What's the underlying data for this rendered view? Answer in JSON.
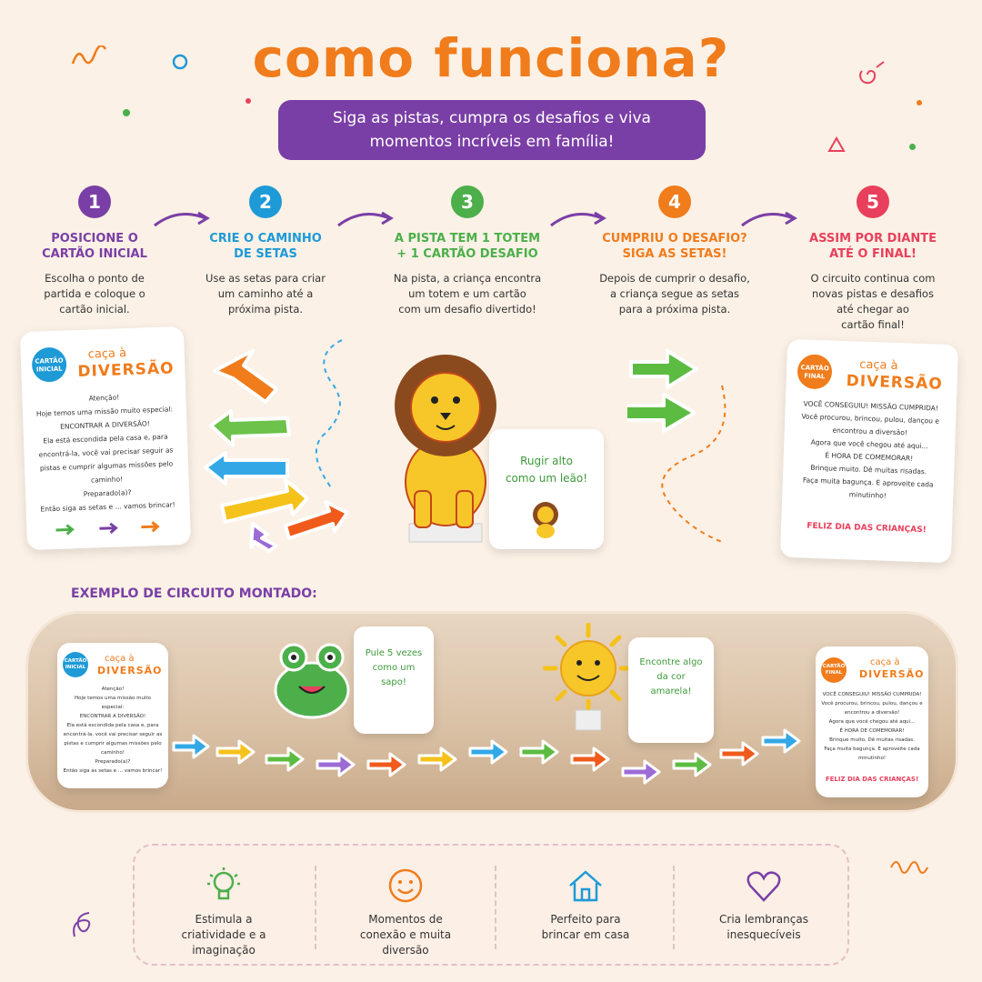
{
  "header": {
    "title": "como funciona?",
    "subtitle_line1": "Siga as pistas, cumpra os desafios e viva",
    "subtitle_line2": "momentos incríveis em família!"
  },
  "steps": [
    {
      "num": "1",
      "color": "#7a3fa6",
      "head1": "POSICIONE O",
      "head2": "CARTÃO INICIAL",
      "desc1": "Escolha o ponto de",
      "desc2": "partida e coloque o",
      "desc3": "cartão inicial."
    },
    {
      "num": "2",
      "color": "#1e9ad6",
      "head1": "CRIE O CAMINHO",
      "head2": "DE SETAS",
      "desc1": "Use as setas para criar",
      "desc2": "um caminho até a",
      "desc3": "próxima pista."
    },
    {
      "num": "3",
      "color": "#4caf4a",
      "head1": "A PISTA TEM 1 TOTEM",
      "head2": "+ 1 CARTÃO DESAFIO",
      "desc1": "Na pista, a criança encontra",
      "desc2": "um totem e um cartão",
      "desc3": "com um desafio divertido!"
    },
    {
      "num": "4",
      "color": "#f07c1c",
      "head1": "CUMPRIU O DESAFIO?",
      "head2": "SIGA AS SETAS!",
      "desc1": "Depois de cumprir o desafio,",
      "desc2": "a criança segue as setas",
      "desc3": "para a próxima pista."
    },
    {
      "num": "5",
      "color": "#e8405c",
      "head1": "ASSIM POR DIANTE",
      "head2": "ATÉ O FINAL!",
      "desc1": "O circuito continua com",
      "desc2": "novas pistas e desafios",
      "desc3": "até chegar ao",
      "desc4": "cartão final!"
    }
  ],
  "start_card": {
    "badge": "CARTÃO INICIAL",
    "brand1": "caça à",
    "brand2": "DIVERSÃO",
    "lines": [
      "Atenção!",
      "Hoje temos uma missão muito especial:",
      "ENCONTRAR A DIVERSÃO!",
      "Ela está escondida pela casa e, para",
      "encontrá-la, você vai precisar seguir as",
      "pistas e cumprir algumas missões pelo caminho!",
      "Preparado(a)?",
      "Então siga as setas e ... vamos brincar!"
    ]
  },
  "final_card": {
    "badge": "CARTÃO FINAL",
    "brand1": "caça à",
    "brand2": "DIVERSÃO",
    "lines": [
      "VOCÊ CONSEGUIU! MISSÃO CUMPRIDA!",
      "Você procurou, brincou, pulou, dançou e",
      "encontrou a diversão!",
      "Agora que você chegou até aqui...",
      "É HORA DE COMEMORAR!",
      "Brinque muito. Dê muitas risadas.",
      "Faça muita bagunça. E aproveite cada",
      "minutinho!",
      "FELIZ DIA DAS CRIANÇAS!"
    ]
  },
  "challenge_lion": {
    "line1": "Rugir alto",
    "line2": "como um leão!"
  },
  "section_label": "EXEMPLO DE CIRCUITO MONTADO:",
  "circuit": {
    "frog_card": {
      "line1": "Pule 5 vezes",
      "line2": "como um",
      "line3": "sapo!"
    },
    "sun_card": {
      "line1": "Encontre algo",
      "line2": "da cor",
      "line3": "amarela!"
    },
    "start_badge": "CARTÃO INICIAL",
    "final_badge": "CARTÃO FINAL",
    "brand1": "caça à",
    "brand2": "DIVERSÃO",
    "final_footer": "FELIZ DIA DAS CRIANÇAS!"
  },
  "benefits": [
    {
      "icon": "lightbulb-icon",
      "line1": "Estimula a",
      "line2": "criatividade e a",
      "line3": "imaginação"
    },
    {
      "icon": "smiley-icon",
      "line1": "Momentos de",
      "line2": "conexão e muita",
      "line3": "diversão"
    },
    {
      "icon": "house-icon",
      "line1": "Perfeito para",
      "line2": "brincar em casa",
      "line3": ""
    },
    {
      "icon": "heart-icon",
      "line1": "Cria lembranças",
      "line2": "inesquecíveis",
      "line3": ""
    }
  ],
  "colors": {
    "purple": "#7a3fa6",
    "blue": "#1e9ad6",
    "green": "#4caf4a",
    "orange": "#f07c1c",
    "red": "#e8405c",
    "background": "#fbf1e6"
  }
}
